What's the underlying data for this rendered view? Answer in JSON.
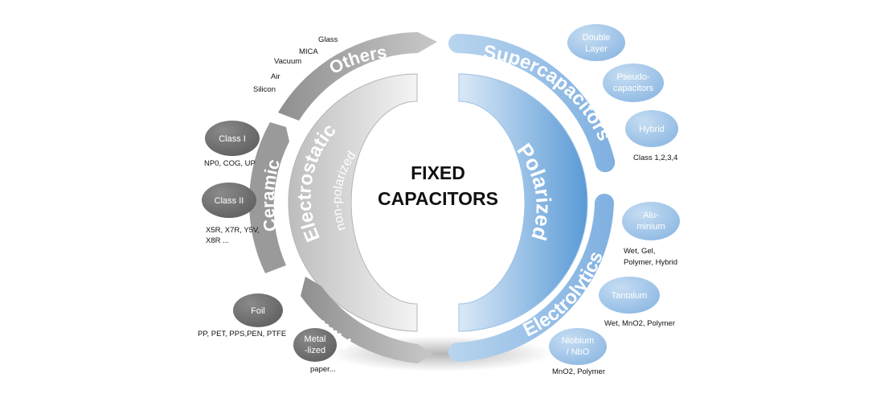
{
  "center": {
    "line1": "FIXED",
    "line2": "CAPACITORS"
  },
  "electrostatic": {
    "title": "Electrostatic",
    "subtitle": "non-polarized"
  },
  "polarized": {
    "title": "Polarized"
  },
  "others": {
    "title": "Others",
    "items": [
      "Glass",
      "MICA",
      "Vacuum",
      "Air",
      "Silicon"
    ]
  },
  "ceramic": {
    "title": "Ceramic",
    "class1": {
      "label": "Class I",
      "detail": "NP0, COG, UP"
    },
    "class2": {
      "label": "Class II",
      "detail_line1": "X5R, X7R, Y5V,",
      "detail_line2": "X8R ..."
    }
  },
  "film": {
    "title": "Film",
    "foil": {
      "label": "Foil",
      "detail": "PP, PET, PPS,PEN, PTFE"
    },
    "metalized": {
      "label_line1": "Metal",
      "label_line2": "-lized",
      "detail": "paper..."
    }
  },
  "supercapacitors": {
    "title": "Supercapacitors",
    "double_layer": {
      "line1": "Double",
      "line2": "Layer"
    },
    "pseudo": {
      "line1": "Pseudo-",
      "line2": "capacitors"
    },
    "hybrid": {
      "label": "Hybrid",
      "detail": "Class 1,2,3,4"
    }
  },
  "electrolytics": {
    "title": "Electrolytics",
    "aluminium": {
      "line1": "Alu-",
      "line2": "minium",
      "detail_line1": "Wet, Gel,",
      "detail_line2": "Polymer, Hybrid"
    },
    "tantalum": {
      "label": "Tantalum",
      "detail": "Wet, MnO2, Polymer"
    },
    "niobium": {
      "line1": "Niobium",
      "line2": "/ NbO",
      "detail": "MnO2, Polymer"
    }
  },
  "colors": {
    "grey_dark": "#6e6e6e",
    "grey_band": "#a9a9a9",
    "blue_light": "#a8c9e8",
    "blue_band": "#8fb9e2",
    "blue_deep": "#5b9ad6"
  }
}
